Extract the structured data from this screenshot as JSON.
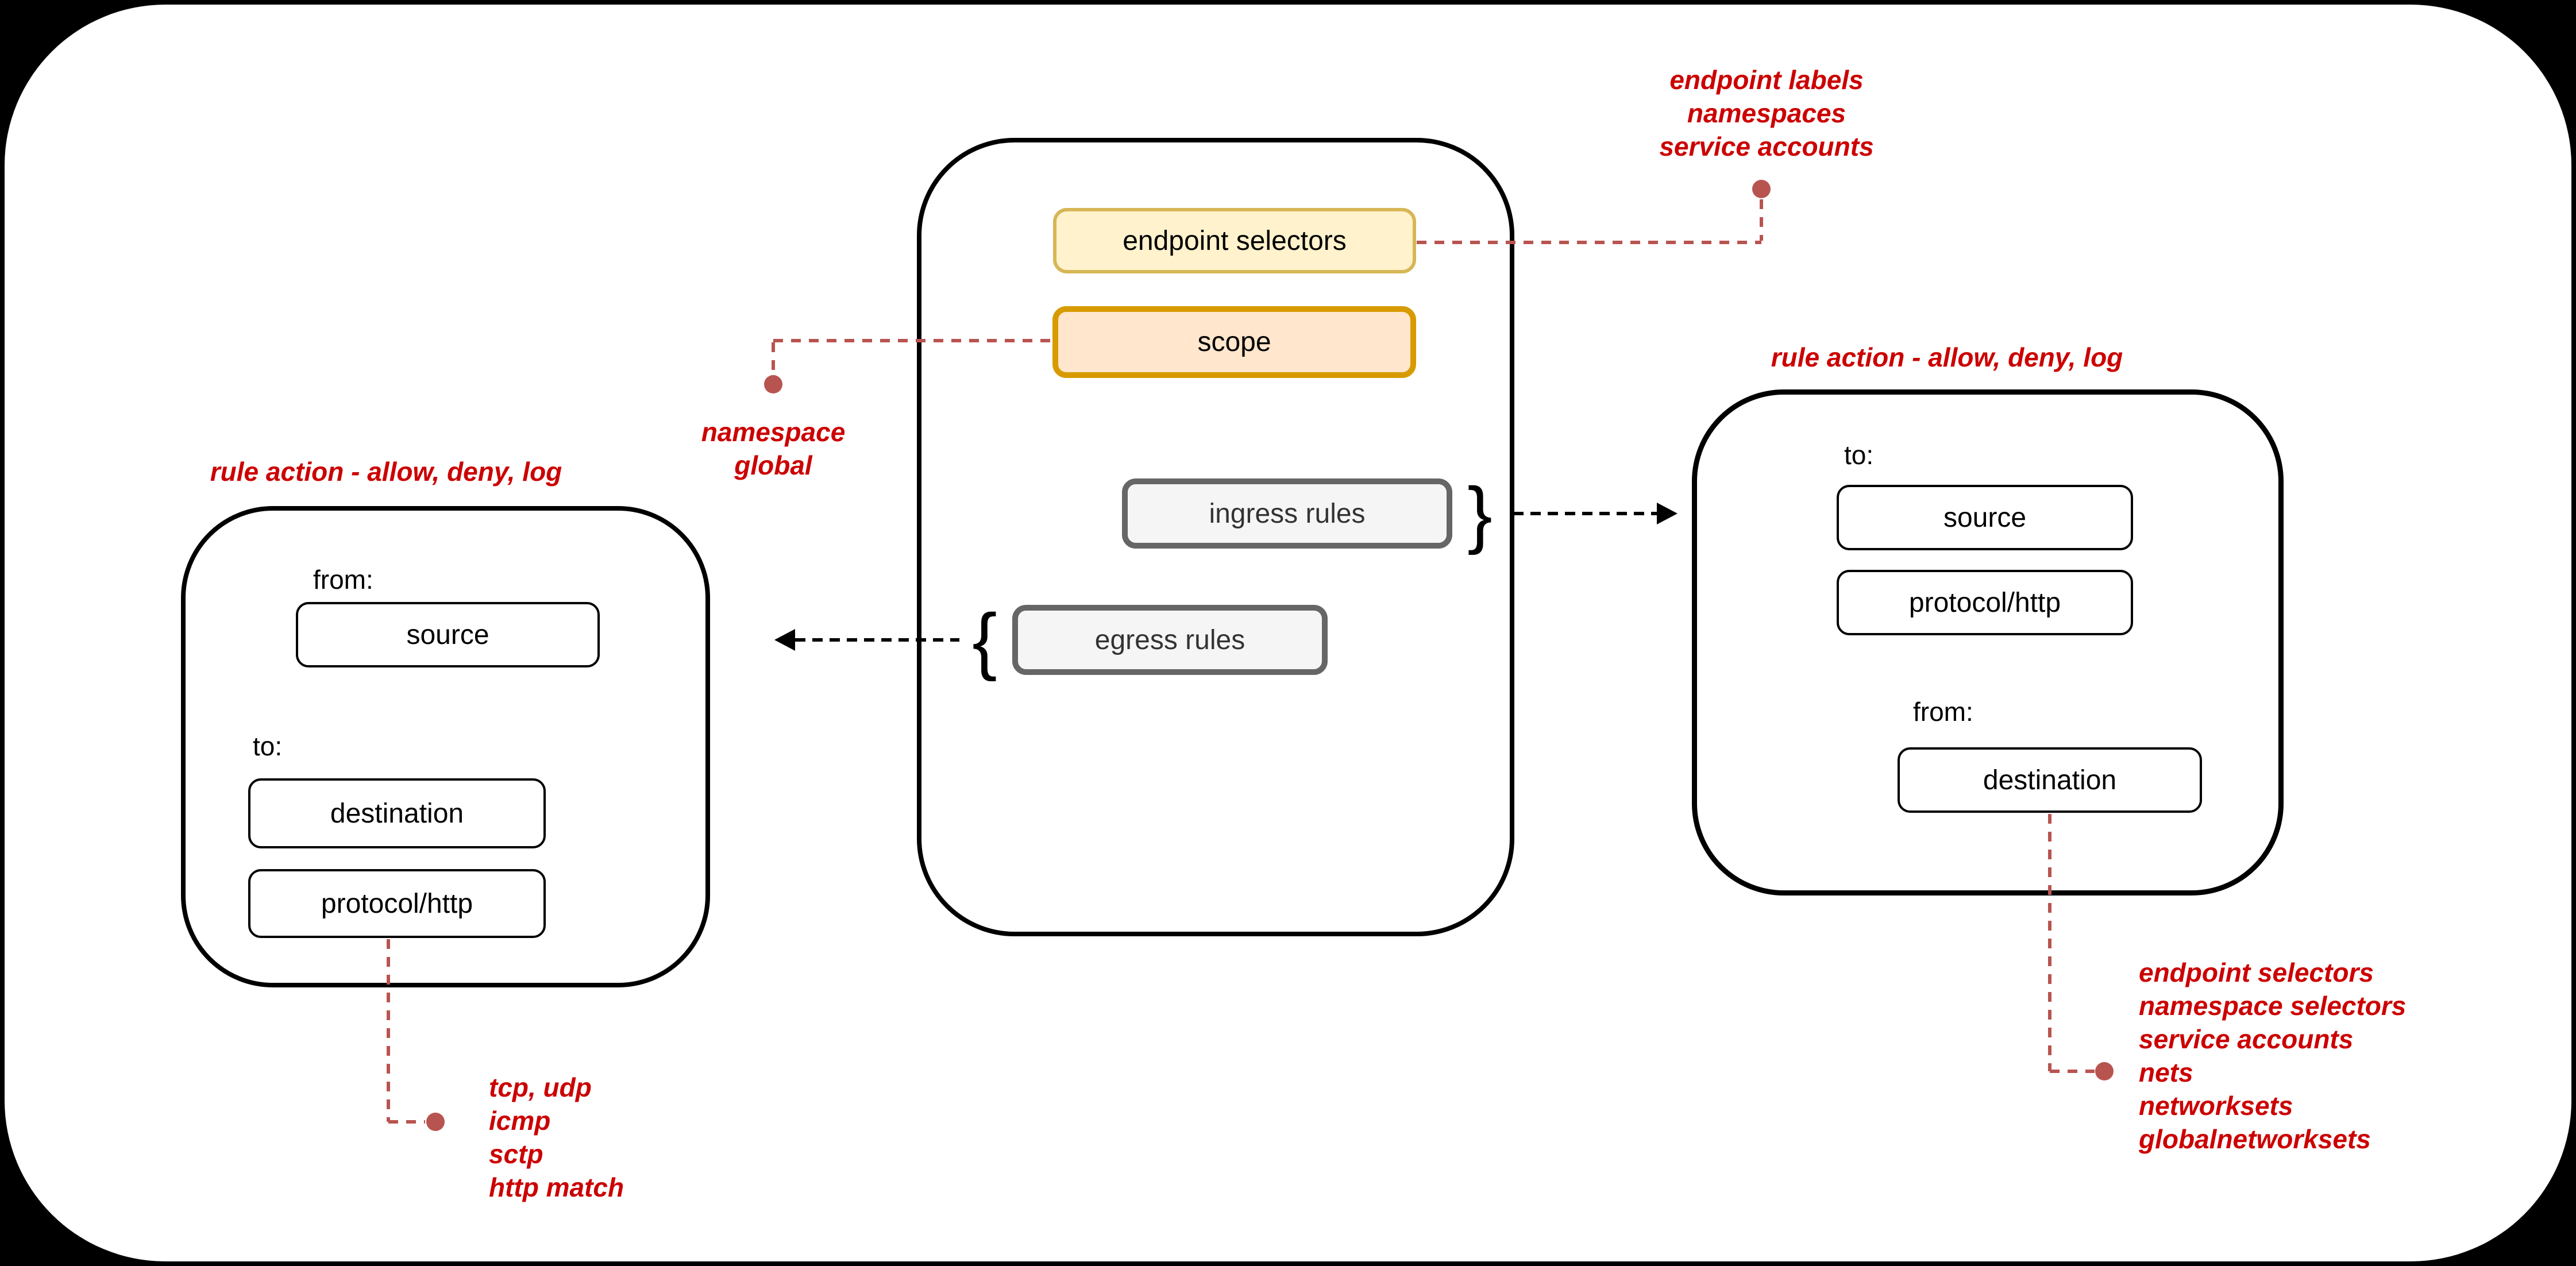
{
  "colors": {
    "red_text": "#CC0000",
    "connector_red": "#B85450",
    "yellow_fill": "#FFF2CC",
    "yellow_stroke": "#D6B656",
    "orange_fill": "#FFE6CC",
    "orange_stroke": "#D79B00",
    "gray_fill": "#F5F5F5",
    "gray_stroke": "#666666",
    "gray_text": "#333333",
    "ink": "#000000"
  },
  "policy": {
    "endpoint_selectors_label": "endpoint selectors",
    "scope_label": "scope",
    "ingress_rules_label": "ingress rules",
    "egress_rules_label": "egress rules"
  },
  "glyphs": {
    "open_brace": "{",
    "close_brace": "}"
  },
  "endpoint_selectors_note": {
    "lines": [
      "endpoint labels",
      "namespaces",
      "service accounts"
    ]
  },
  "scope_note": {
    "lines": [
      "namespace",
      "global"
    ]
  },
  "egress_detail": {
    "rule_action_note": "rule action - allow, deny, log",
    "from_label": "from:",
    "source_label": "source",
    "to_label": "to:",
    "destination_label": "destination",
    "protocol_label": "protocol/http",
    "protocol_note_lines": [
      "tcp, udp",
      "icmp",
      "sctp",
      "http match"
    ]
  },
  "ingress_detail": {
    "rule_action_note": "rule action - allow, deny, log",
    "to_label": "to:",
    "source_label": "source",
    "protocol_label": "protocol/http",
    "from_label": "from:",
    "destination_label": "destination",
    "destination_note_lines": [
      "endpoint selectors",
      "namespace selectors",
      "service accounts",
      "nets",
      "networksets",
      "globalnetworksets"
    ]
  }
}
